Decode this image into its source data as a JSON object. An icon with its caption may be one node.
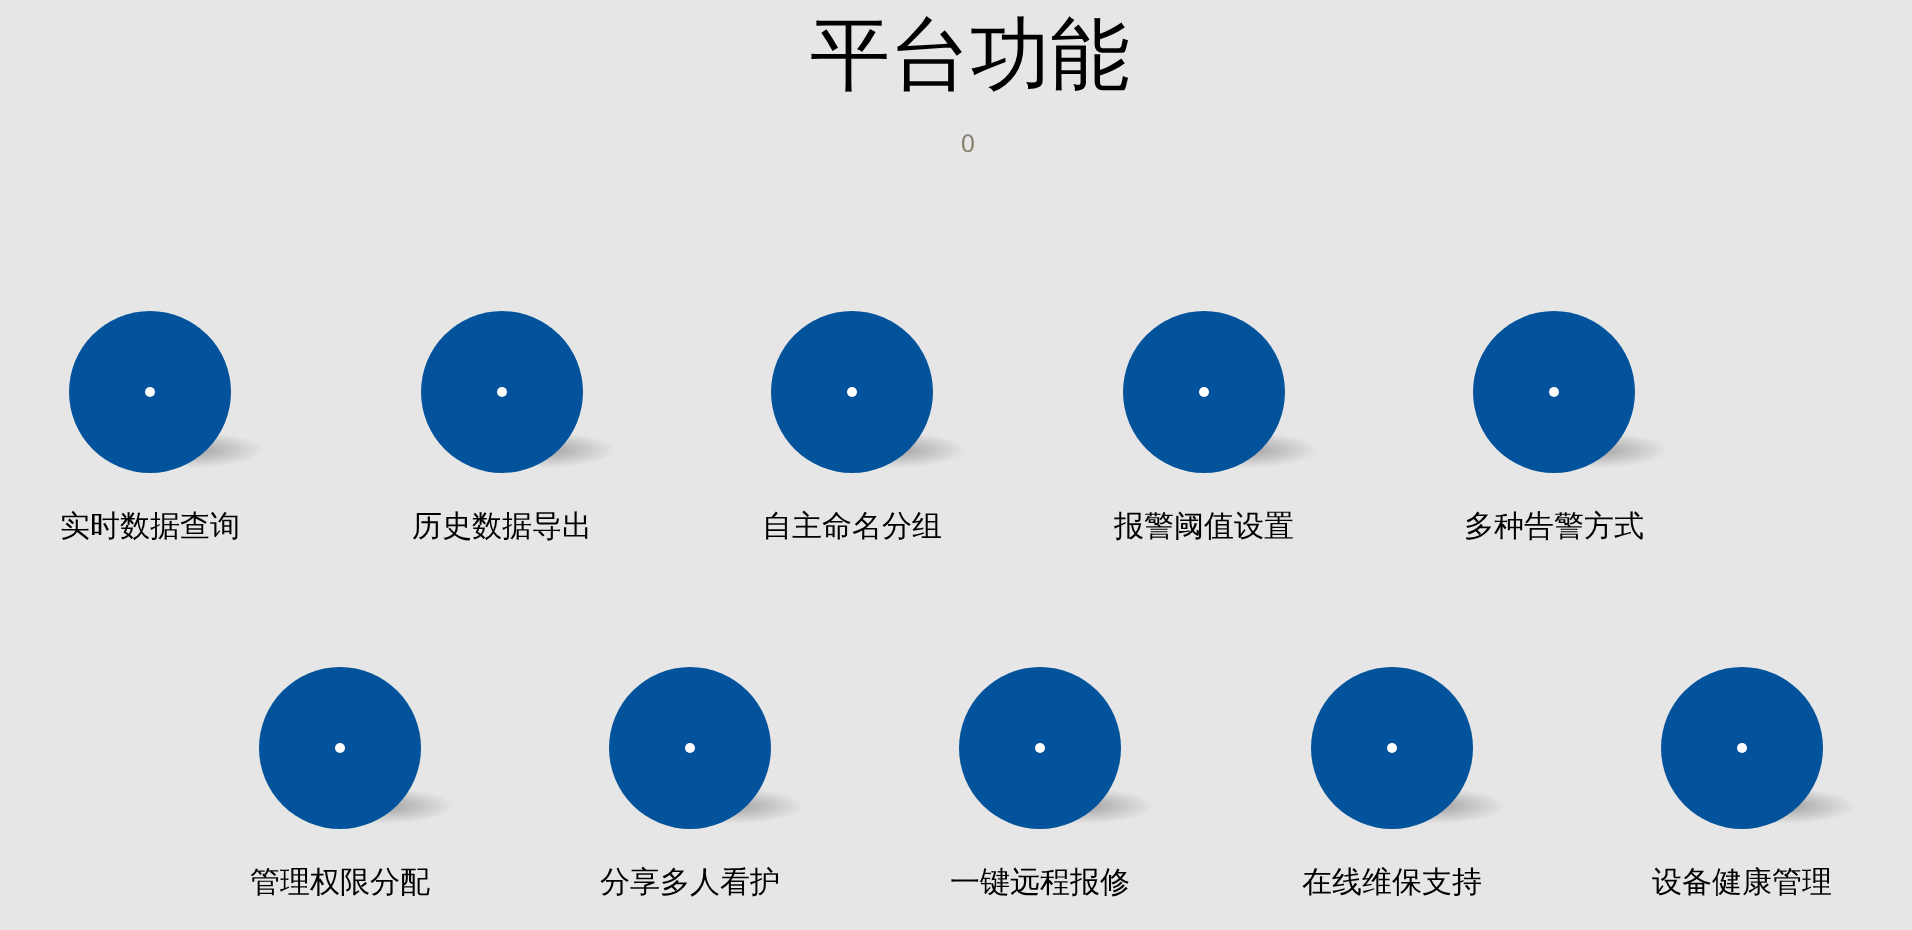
{
  "diagram": {
    "title": "平台功能",
    "nodes": [
      {
        "text": [
          "实时数据查询"
        ]
      },
      {
        "text": [
          "历史数据导出"
        ]
      },
      {
        "text": [
          "自主命名分组"
        ]
      },
      {
        "text": [
          "报警阈值设置"
        ]
      },
      {
        "text": [
          "多种告警方式"
        ]
      },
      {
        "text": [
          "管理权限分配"
        ]
      },
      {
        "text": [
          "分享多人看护"
        ]
      },
      {
        "text": [
          "一键远程报修"
        ]
      },
      {
        "text": [
          "在线维保支持"
        ]
      },
      {
        "text": [
          "设备健康管理"
        ]
      }
    ],
    "labels": [
      "0"
    ]
  }
}
